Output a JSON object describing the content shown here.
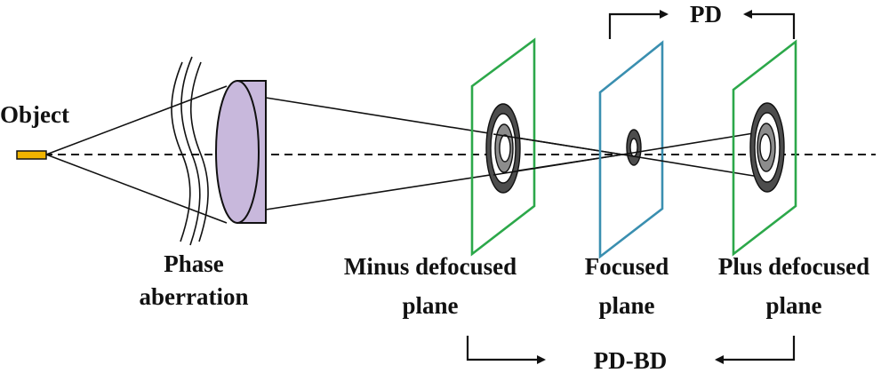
{
  "labels": {
    "object": "Object",
    "phase_line1": "Phase",
    "phase_line2": "aberration",
    "minus_line1": "Minus defocused",
    "minus_line2": "plane",
    "focused_line1": "Focused",
    "focused_line2": "plane",
    "plus_line1": "Plus defocused",
    "plus_line2": "plane",
    "pd": "PD",
    "pd_bd": "PD-BD"
  },
  "colors": {
    "object_fill": "#f0b400",
    "lens_fill": "#c8b8dc",
    "defocused_plane": "#2ca84a",
    "focused_plane": "#3a8fb0",
    "ring_dark": "#4d4d4d",
    "ring_mid": "#8c8c8c",
    "line": "#111111"
  }
}
